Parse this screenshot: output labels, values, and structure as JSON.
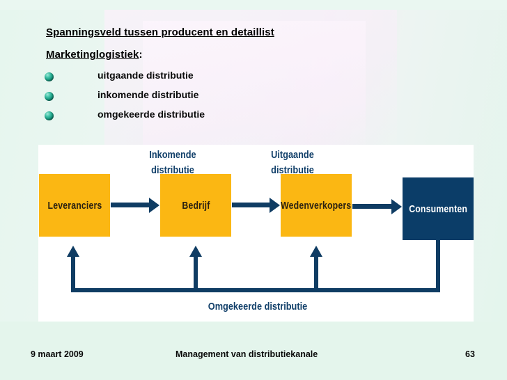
{
  "slide": {
    "background_color": "#e4f5ec",
    "panel_color": "#ffffff"
  },
  "headings": {
    "title": "Spanningsveld tussen producent en detaillist",
    "subtitle_underlined": "Marketinglogistiek",
    "subtitle_suffix": ":"
  },
  "bullets": [
    {
      "icon": "green-sphere-bullet-icon",
      "label": "uitgaande distributie"
    },
    {
      "icon": "green-sphere-bullet-icon",
      "label": "inkomende distributie"
    },
    {
      "icon": "green-sphere-bullet-icon",
      "label": "omgekeerde distributie"
    }
  ],
  "diagram": {
    "nodes": [
      {
        "id": "leveranciers",
        "label": "Leveranciers",
        "style": "orange"
      },
      {
        "id": "bedrijf",
        "label": "Bedrijf",
        "style": "orange"
      },
      {
        "id": "wedenverkopers",
        "label": "Wedenverkopers",
        "style": "orange"
      },
      {
        "id": "consumenten",
        "label": "Consumenten",
        "style": "navy"
      }
    ],
    "flow_labels": {
      "inkomende_line1": "Inkomende",
      "inkomende_line2": "distributie",
      "uitgaande_line1": "Uitgaande",
      "uitgaande_line2": "distributie",
      "omgekeerde": "Omgekeerde distributie"
    },
    "colors": {
      "orange": "#fbb713",
      "navy": "#0b3d68",
      "arrow": "#0f3c63",
      "label": "#12406a"
    }
  },
  "footer": {
    "date": "9 maart 2009",
    "title": "Management van distributiekanale",
    "page_number": "63"
  }
}
